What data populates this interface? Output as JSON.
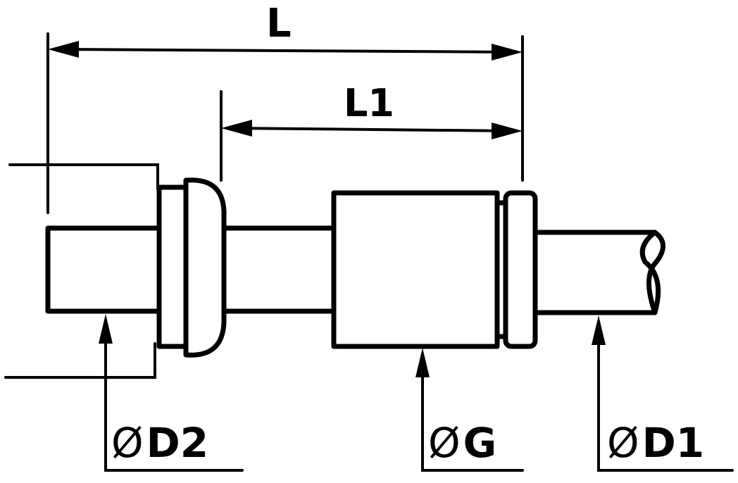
{
  "dimensions": {
    "overall_length": "L",
    "partial_length": "L1"
  },
  "callouts": {
    "d2": {
      "symbol": "Ø",
      "label": "D2"
    },
    "g": {
      "symbol": "Ø",
      "label": "G"
    },
    "d1": {
      "symbol": "Ø",
      "label": "D1"
    }
  }
}
